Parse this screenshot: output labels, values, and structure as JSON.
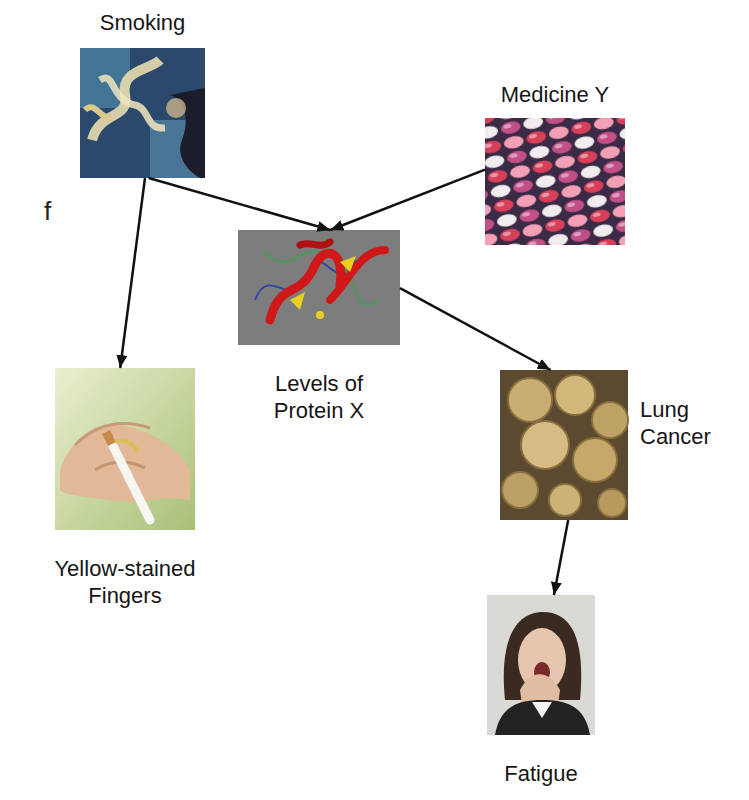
{
  "diagram": {
    "nodes": [
      {
        "text": [
          "Smoking"
        ]
      },
      {
        "text": [
          "Medicine Y"
        ]
      },
      {
        "text": [
          "Levels of Protein X"
        ]
      },
      {
        "text": [
          "Yellow-stained Fingers"
        ]
      },
      {
        "text": [
          "Lung Cancer"
        ]
      },
      {
        "text": [
          "Fatigue"
        ]
      }
    ],
    "edges": [
      {
        "from": 0,
        "to": 3,
        "arrow": "to"
      },
      {
        "from": 0,
        "to": 2,
        "arrow": "to"
      },
      {
        "from": 1,
        "to": 2,
        "arrow": "to"
      },
      {
        "from": 2,
        "to": 4,
        "arrow": "to"
      },
      {
        "from": 4,
        "to": 5,
        "arrow": "to"
      }
    ],
    "labels": [
      "f"
    ]
  }
}
